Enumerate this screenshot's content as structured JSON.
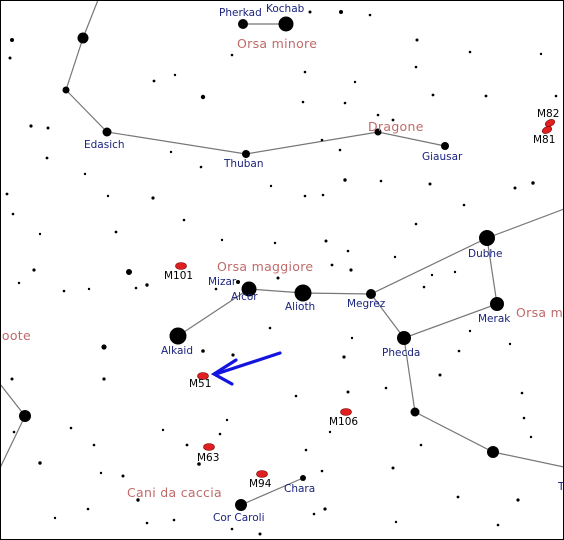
{
  "constellations": [
    {
      "id": "ursa-minor",
      "label": "Orsa minore"
    },
    {
      "id": "draco",
      "label": "Dragone"
    },
    {
      "id": "ursa-major",
      "label": "Orsa maggiore"
    },
    {
      "id": "ursa-major-edge",
      "label": "Orsa mi"
    },
    {
      "id": "bootes",
      "label": "Boote"
    },
    {
      "id": "canes-venatici",
      "label": "Cani da caccia"
    }
  ],
  "stars": [
    {
      "id": "pherkad",
      "label": "Pherkad"
    },
    {
      "id": "kochab",
      "label": "Kochab"
    },
    {
      "id": "edasich",
      "label": "Edasich"
    },
    {
      "id": "thuban",
      "label": "Thuban"
    },
    {
      "id": "giausar",
      "label": "Giausar"
    },
    {
      "id": "dubhe",
      "label": "Dubhe"
    },
    {
      "id": "merak",
      "label": "Merak"
    },
    {
      "id": "megrez",
      "label": "Megrez"
    },
    {
      "id": "phecda",
      "label": "Phecda"
    },
    {
      "id": "alioth",
      "label": "Alioth"
    },
    {
      "id": "mizar",
      "label": "Mizar"
    },
    {
      "id": "alcor",
      "label": "Alcor"
    },
    {
      "id": "alkaid",
      "label": "Alkaid"
    },
    {
      "id": "cor-caroli",
      "label": "Cor Caroli"
    },
    {
      "id": "chara",
      "label": "Chara"
    }
  ],
  "galaxies": [
    {
      "id": "m82",
      "label": "M82"
    },
    {
      "id": "m81",
      "label": "M81"
    },
    {
      "id": "m101",
      "label": "M101"
    },
    {
      "id": "m51",
      "label": "M51"
    },
    {
      "id": "m106",
      "label": "M106"
    },
    {
      "id": "m63",
      "label": "M63"
    },
    {
      "id": "m94",
      "label": "M94"
    }
  ],
  "edge_text": {
    "right_bottom": "T"
  },
  "colors": {
    "star": "#000000",
    "star_label": "#1a237e",
    "constellation_label": "#c06a6a",
    "galaxy": "#e02020",
    "arrow": "#1414e0",
    "line": "#777777"
  },
  "pointer": {
    "target": "M51"
  }
}
